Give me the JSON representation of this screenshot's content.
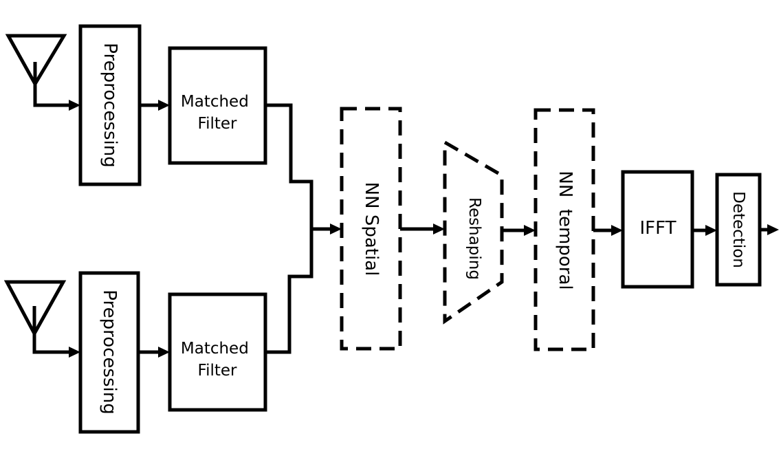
{
  "blocks": {
    "preprocessing_top": "Preprocessing",
    "preprocessing_bottom": "Preprocessing",
    "matched_filter_top": [
      "Matched",
      "Filter"
    ],
    "matched_filter_bottom": [
      "Matched",
      "Filter"
    ],
    "nn_spatial": "NN Spatial",
    "reshaping": "Reshaping",
    "nn_temporal": "NN  temporal",
    "ifft": "IFFT",
    "detection": "Detection"
  }
}
